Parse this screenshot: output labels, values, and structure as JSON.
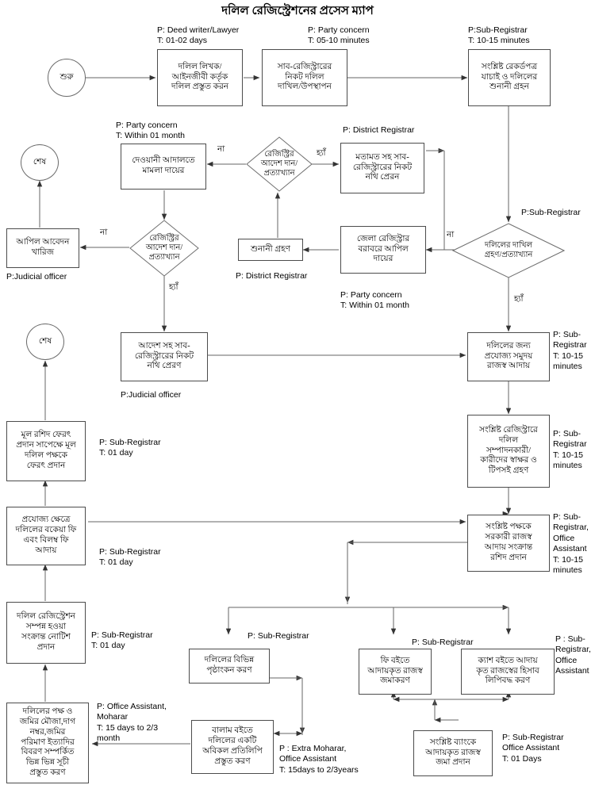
{
  "title": "দলিল রেজিস্ট্রেশনের প্রসেস ম্যাপ",
  "nodes": {
    "start": "শুরু",
    "deed_prepare": "দলিল লিখক/\nআইনজীবী কর্তৃক\nদলিল প্রস্তুত করন",
    "submit_subregistrar": "সাব-রেজিস্ট্রারের\nনিকট দলিল\nদাখিল/উপস্থাপন",
    "verify_hearing": "সংশ্লিষ্ট রেকর্ডপত্র\nযাচাই ও দলিলের\nশুনানী গ্রহন",
    "civil_court_case": "দেওয়ানী আদালতে\nমামলা দায়ের",
    "decision_register_order_top": "রেজিস্ট্রির\nআদেশ দান/\nপ্রত্যাখ্যান",
    "opinion_file_send": "মতামত সহ সাব-\nরেজিস্ট্রারের নিকট\nনথি প্রেরন",
    "end_top": "শেষ",
    "appeal_rejected": "আপিল আবেদন\nখারিজ",
    "decision_register_order_mid": "রেজিস্ট্রির\nআদেশ দান/\nপ্রত্যাখ্যান",
    "hearing_take": "শুনানী গ্রহণ",
    "district_registrar_appeal": "জেলা রেজিস্ট্রার\nবরাবরে আপিল\nদায়ের",
    "decision_doc_accept": "দলিলের দাখিল\nগ্রহণ/প্রত্যাখ্যান",
    "order_file_send": "আদেশ সহ সাব-\nরেজিস্ট্রারের নিকট\nনথি প্রেরণ",
    "revenue_collect": "দলিলের জন্য\nপ্রযোজ্য সমুদয়\nরাজস্ব আদায়",
    "end_left": "শেষ",
    "signature_take": "সংশ্লিষ্ট রেজিস্ট্রারে\nদলিল\nসম্পাদনকারী/\nকারীদের স্বাক্ষর ও\nটিপসই গ্রহণ",
    "return_original": "মূল রশিদ ফেরৎ\nপ্রদান সাপেক্ষে মূল\nদলিল পক্ষকে\nফেরৎ প্রদান",
    "due_fee_collect": "প্রযোজ্য ক্ষেত্রে\nদলিলের বকেয়া ফি\nএবং বিলম্ব ফি\nআদায়",
    "receipt_provide": "সংশ্লিষ্ট পক্ষকে\nসরকারী রাজস্ব\nআদায় সংক্রান্ত\nরশিদ প্রদান",
    "registration_notice": "দলিল রেজিস্ট্রেশন\nসম্পন্ন হওয়া\nসংক্রান্ত নোটিশ\nপ্রদান",
    "index_prepare": "দলিলের পক্ষ ও\nজমির মৌজা,দাগ\nনম্বর,জমির\nপরিমাণ ইত্যাদির\nবিবরণ সম্পর্কিত\nভিন্ন ভিন্ন সূচী\nপ্রস্তুত করণ",
    "page_marking": "দলিলের বিভিন্ন\nপৃষ্ঠাংকন করণ",
    "fee_book_entry": "ফি বইতে\nআদায়কৃত রাজস্ব\nজমাকরণ",
    "cash_book_entry": "ক্যাশ বইতে আদায়\nকৃত রাজস্বের হিসাব\nলিপিবদ্ধ করণ",
    "balam_copy": "বালাম বইতে\nদলিলের একটি\nঅবিকল প্রতিলিপি\nপ্রস্তুত করণ",
    "bank_deposit": "সংশ্লিষ্ট ব্যাংকে\nআদায়কৃত রাজস্ব\nজমা প্রদান"
  },
  "notes": {
    "deed_prepare": "P: Deed writer/Lawyer\nT: 01-02 days",
    "submit_subregistrar": "P: Party concern\nT: 05-10 minutes",
    "verify_hearing": "P:Sub-Registrar\nT: 10-15 minutes",
    "civil_court_case": "P: Party concern\nT: Within 01 month",
    "opinion_file_send": "P: District Registrar",
    "appeal_rejected": "P:Judicial officer",
    "hearing_take": "P: District Registrar",
    "district_registrar_appeal": "P: Party concern\nT: Within 01 month",
    "decision_doc_accept": "P:Sub-Registrar",
    "order_file_send": "P:Judicial officer",
    "revenue_collect": "P: Sub-\nRegistrar\nT: 10-15\nminutes",
    "signature_take": "P: Sub-\nRegistrar\nT: 10-15\nminutes",
    "return_original": "P: Sub-Registrar\nT: 01 day",
    "due_fee_collect": "P: Sub-Registrar\nT: 01 day",
    "receipt_provide": "P: Sub-\nRegistrar,\nOffice\nAssistant\nT: 10-15\nminutes",
    "registration_notice": "P: Sub-Registrar\nT: 01 day",
    "index_prepare": "P: Office Assistant,\nMoharar\nT: 15 days to 2/3\nmonth",
    "page_marking": "P: Sub-Registrar",
    "fee_book_entry": "P: Sub-Registrar",
    "cash_book_entry": "P : Sub-\nRegistrar,\nOffice\nAssistant",
    "balam_copy": "P : Extra Moharar,\nOffice Assistant\nT: 15days to 2/3years",
    "bank_deposit": "P: Sub-Registrar\nOffice Assistant\nT: 01 Days"
  },
  "edge_labels": {
    "no_top": "না",
    "yes_top": "হ্যাঁ",
    "no_mid": "না",
    "yes_mid": "হ্যাঁ",
    "no_doc": "না",
    "yes_doc": "হ্যাঁ"
  },
  "colors": {
    "stroke": "#4c4c4c",
    "text": "#000000",
    "background": "#ffffff"
  }
}
